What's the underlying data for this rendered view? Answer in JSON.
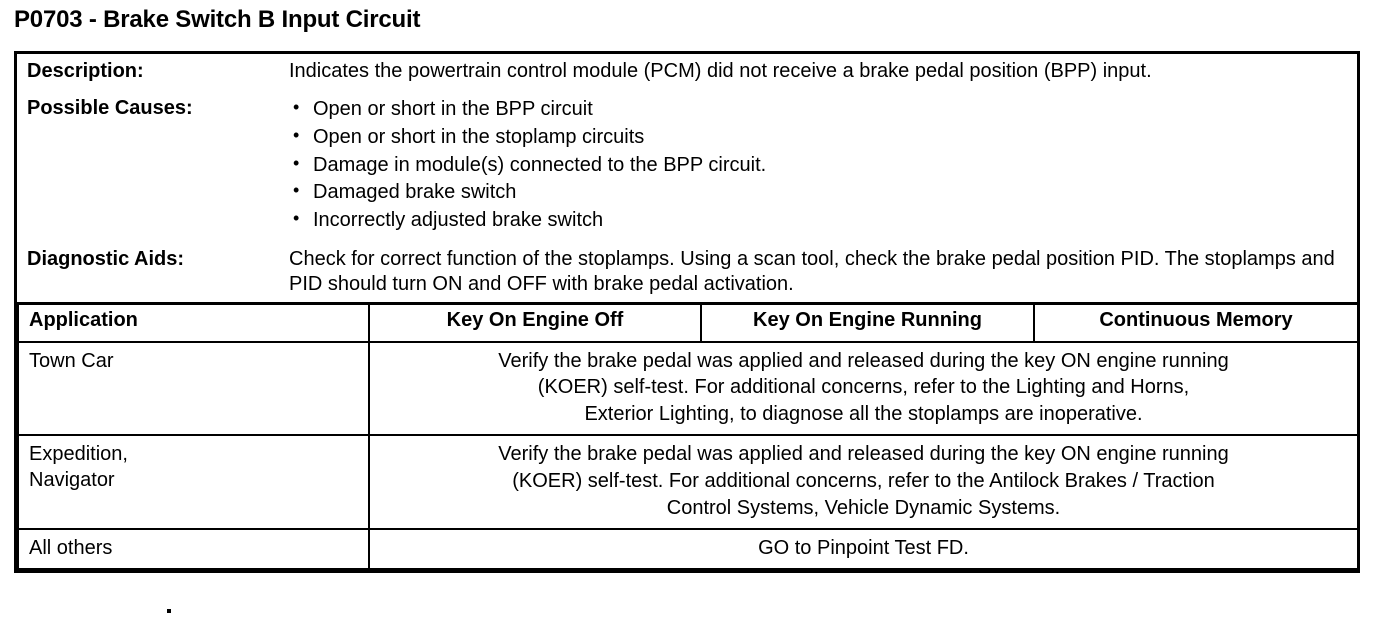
{
  "page_title": "P0703 - Brake Switch B Input Circuit",
  "info": {
    "description": {
      "label": "Description:",
      "text": "Indicates the powertrain control module (PCM) did not receive a brake pedal position (BPP) input."
    },
    "possible_causes": {
      "label": "Possible Causes:",
      "bullet_glyph": "•",
      "items": [
        "Open or short in the BPP circuit",
        "Open or short in the stoplamp circuits",
        "Damage in module(s) connected to the BPP circuit.",
        "Damaged brake switch",
        "Incorrectly adjusted brake switch"
      ]
    },
    "diagnostic_aids": {
      "label": "Diagnostic Aids:",
      "text": "Check for correct function of the stoplamps. Using a scan tool, check the brake pedal position PID. The stoplamps and PID should turn ON and OFF with brake pedal activation."
    }
  },
  "table": {
    "headers": [
      "Application",
      "Key On Engine Off",
      "Key On Engine Running",
      "Continuous Memory"
    ],
    "rows": [
      {
        "application": "Town Car",
        "body_lines": [
          "Verify the brake pedal was applied and released during the key ON engine running",
          "(KOER) self-test. For additional concerns, refer to the Lighting and Horns,",
          "Exterior Lighting, to diagnose all the stoplamps are inoperative."
        ]
      },
      {
        "application": "Expedition,\nNavigator",
        "application_line1": "Expedition,",
        "application_line2": "Navigator",
        "body_lines": [
          "Verify the brake pedal was applied and released during the key ON engine running",
          "(KOER) self-test. For additional concerns, refer to the Antilock Brakes / Traction",
          "Control Systems, Vehicle Dynamic Systems."
        ]
      },
      {
        "application": "All others",
        "body_lines": [
          "GO to Pinpoint Test FD."
        ]
      }
    ]
  },
  "colors": {
    "text": "#000000",
    "background": "#ffffff",
    "border": "#000000"
  }
}
